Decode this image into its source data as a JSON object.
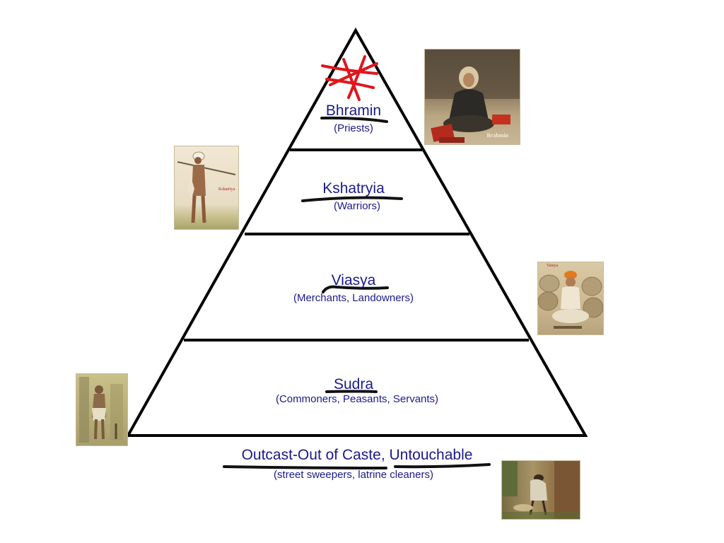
{
  "tiers": [
    {
      "name": "Bhramin",
      "subtitle": "(Priests)"
    },
    {
      "name": "Kshatryia",
      "subtitle": "(Warriors)"
    },
    {
      "name": "Viasya",
      "subtitle": "(Merchants, Landowners)"
    },
    {
      "name": "Sudra",
      "subtitle": "(Commoners, Peasants, Servants)"
    }
  ],
  "outcast": {
    "name": "Outcast-Out of Caste, Untouchable",
    "subtitle": "(street sweepers, latrine cleaners)"
  },
  "images": {
    "brahmin_caption": "Brahmin",
    "kshatriya_caption": "Kshatriya",
    "vaisya_caption": "Vaisya"
  },
  "colors": {
    "outline": "#000000",
    "label_text": "#1a1a8c",
    "underline": "#111111",
    "star_mark": "#e0161c"
  }
}
